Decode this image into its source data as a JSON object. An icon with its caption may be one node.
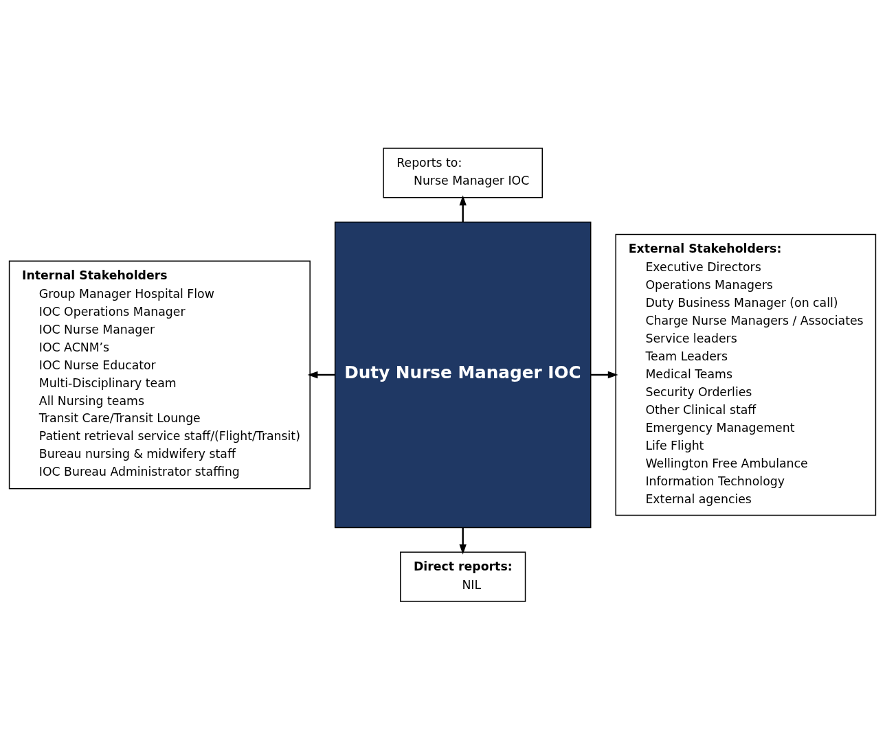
{
  "diagram": {
    "nodes": [
      {
        "text": [
          "Reports to:",
          "Nurse Manager IOC"
        ]
      },
      {
        "text": [
          "Internal Stakeholders",
          "Group Manager Hospital Flow",
          "IOC Operations Manager",
          "IOC Nurse Manager",
          "IOC ACNM’s",
          "IOC Nurse Educator",
          "Multi-Disciplinary team",
          "All Nursing teams",
          "Transit Care/Transit Lounge",
          "Patient retrieval service staff/(Flight/Transit)",
          "Bureau nursing & midwifery staff",
          "IOC Bureau Administrator staffing"
        ]
      },
      {
        "text": [
          "Duty Nurse Manager IOC"
        ]
      },
      {
        "text": [
          "External Stakeholders:",
          "Executive Directors",
          "Operations Managers",
          "Duty Business Manager (on call)",
          "Charge Nurse Managers / Associates",
          "Service leaders",
          "Team Leaders",
          "Medical Teams",
          "Security Orderlies",
          "Other Clinical staff",
          "Emergency Management",
          "Life Flight",
          "Wellington Free Ambulance",
          "Information Technology",
          "External agencies"
        ]
      },
      {
        "text": [
          "Direct reports:",
          "NIL"
        ]
      }
    ],
    "edges": [
      {
        "from": 2,
        "to": 0,
        "arrow": "to"
      },
      {
        "from": 2,
        "to": 1,
        "arrow": "to"
      },
      {
        "from": 2,
        "to": 3,
        "arrow": "to"
      },
      {
        "from": 2,
        "to": 4,
        "arrow": "to"
      }
    ]
  }
}
